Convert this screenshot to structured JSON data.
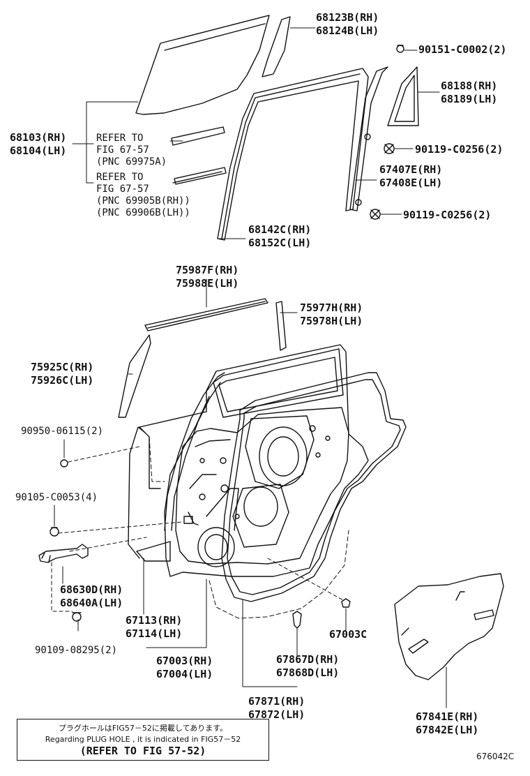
{
  "labels": {
    "l_68123": [
      "68123B(RH)",
      "68124B(LH)"
    ],
    "l_90151": [
      "90151-C0002(2)"
    ],
    "l_68188": [
      "68188(RH)",
      "68189(LH)"
    ],
    "l_68103": [
      "68103(RH)",
      "68104(LH)"
    ],
    "l_ref1": [
      "REFER TO",
      "FIG 67-57",
      "(PNC 69975A)"
    ],
    "l_ref2": [
      "REFER TO",
      "FIG 67-57",
      "(PNC 69905B(RH))",
      "(PNC 69906B(LH))"
    ],
    "l_90119a": [
      "90119-C0256(2)"
    ],
    "l_67407": [
      "67407E(RH)",
      "67408E(LH)"
    ],
    "l_90119b": [
      "90119-C0256(2)"
    ],
    "l_68142": [
      "68142C(RH)",
      "68152C(LH)"
    ],
    "l_75987": [
      "75987F(RH)",
      "75988E(LH)"
    ],
    "l_75977": [
      "75977H(RH)",
      "75978H(LH)"
    ],
    "l_75925": [
      "75925C(RH)",
      "75926C(LH)"
    ],
    "l_90950": [
      "90950-06115(2)"
    ],
    "l_90105": [
      "90105-C0053(4)"
    ],
    "l_68630": [
      "68630D(RH)",
      "68640A(LH)"
    ],
    "l_67113": [
      "67113(RH)",
      "67114(LH)"
    ],
    "l_67003c": [
      "67003C"
    ],
    "l_90109": [
      "90109-08295(2)"
    ],
    "l_67003": [
      "67003(RH)",
      "67004(LH)"
    ],
    "l_67867": [
      "67867D(RH)",
      "67868D(LH)"
    ],
    "l_67871": [
      "67871(RH)",
      "67872(LH)"
    ],
    "l_67841": [
      "67841E(RH)",
      "67842E(LH)"
    ]
  },
  "note": {
    "japanese": "プラグホールはFIG57－52に掲載してあります。",
    "english": "Regarding PLUG HOLE , it is indicated in FIG57－52",
    "refer": "(REFER TO FIG 57-52)"
  },
  "figure_id": "676042C"
}
